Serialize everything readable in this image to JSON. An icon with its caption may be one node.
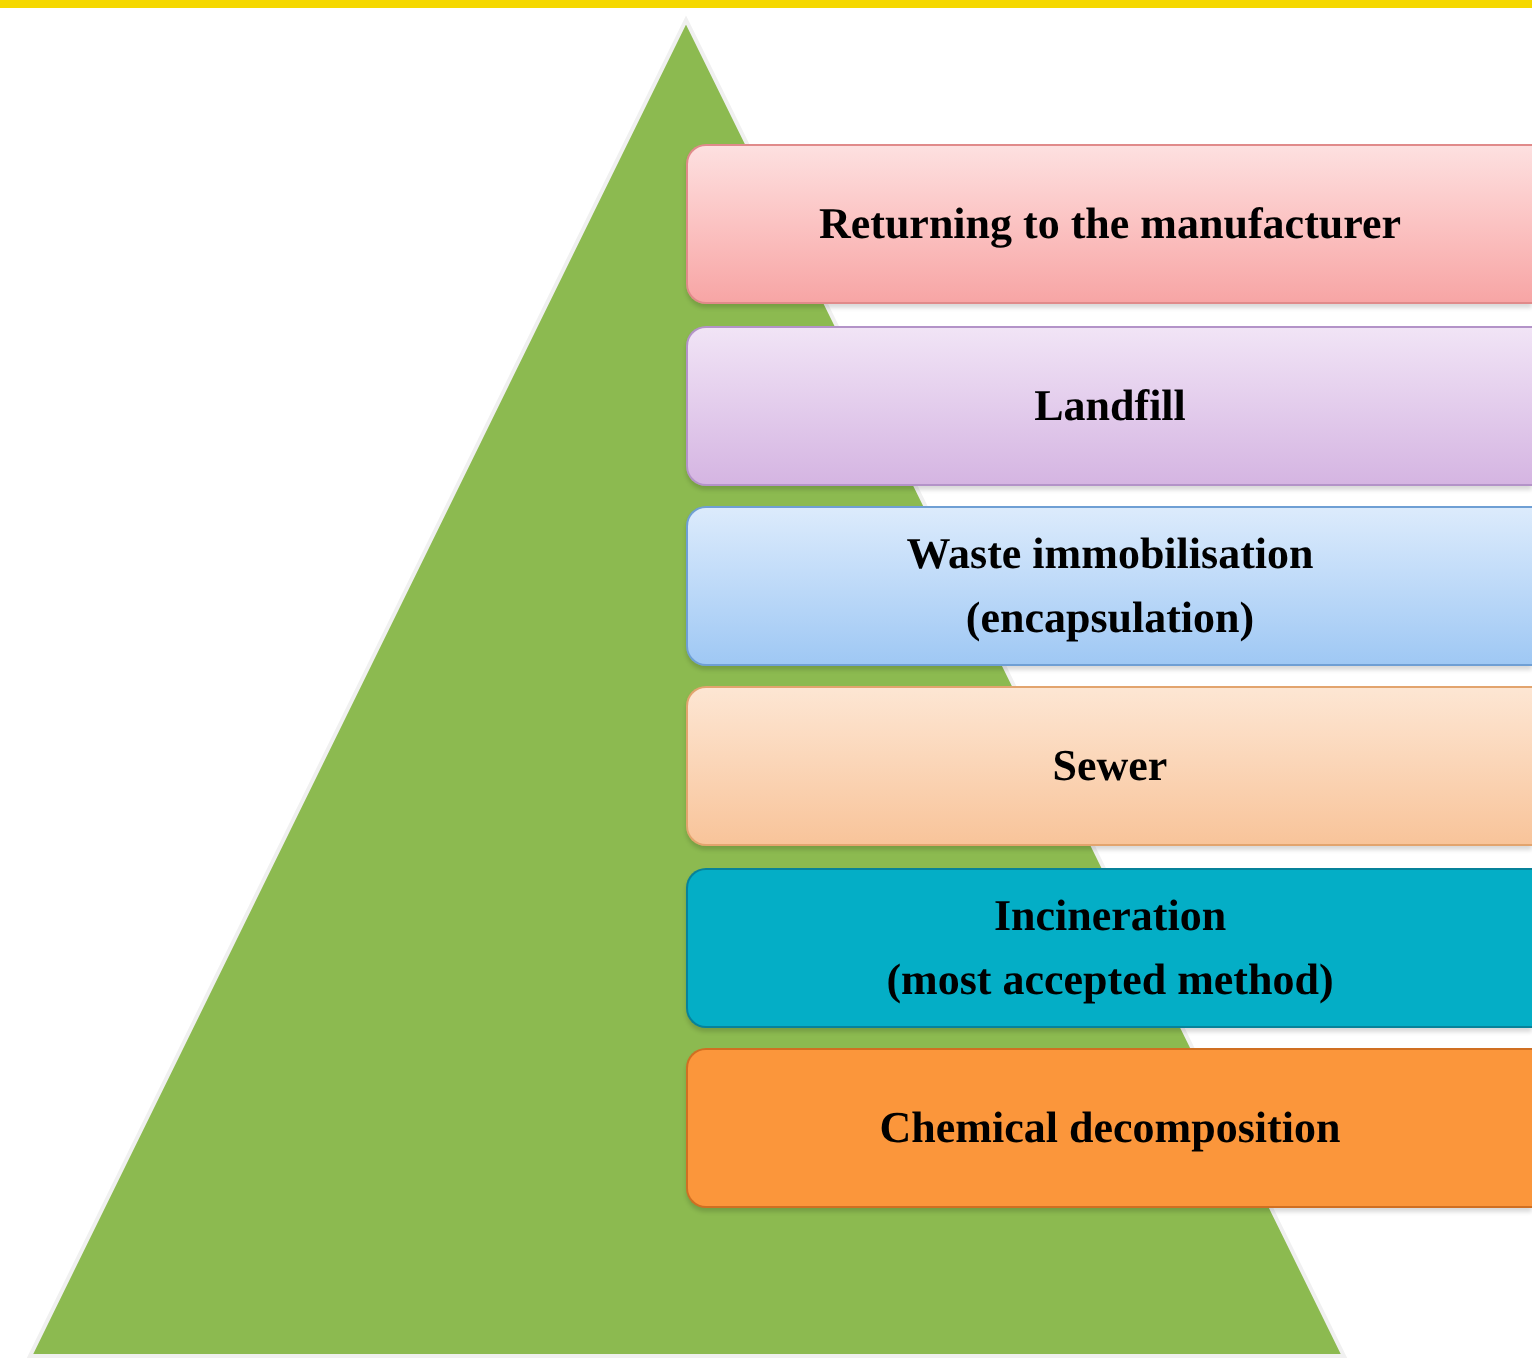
{
  "diagram": {
    "nodes": [
      {
        "text": [
          "Returning to the manufacturer"
        ]
      },
      {
        "text": [
          "Landfill"
        ]
      },
      {
        "text": [
          "Waste immobilisation",
          "(encapsulation)"
        ]
      },
      {
        "text": [
          "Sewer"
        ]
      },
      {
        "text": [
          "Incineration",
          "(most accepted method)"
        ]
      },
      {
        "text": [
          "Chemical decomposition"
        ]
      }
    ]
  }
}
